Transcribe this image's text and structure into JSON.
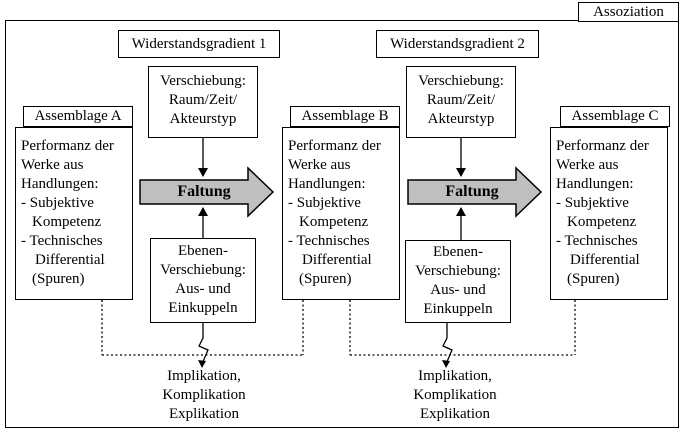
{
  "corner_label": "Assoziation",
  "gradients": {
    "g1": "Widerstandsgradient 1",
    "g2": "Widerstandsgradient 2"
  },
  "shift": {
    "l1": "Verschiebung:",
    "l2": "Raum/Zeit/",
    "l3": "Akteurstyp"
  },
  "levels": {
    "l1": "Ebenen-",
    "l2": "Verschiebung:",
    "l3": "Aus- und",
    "l4": "Einkuppeln"
  },
  "fold_label": "Faltung",
  "assemblages": {
    "a": "Assemblage A",
    "b": "Assemblage B",
    "c": "Assemblage C"
  },
  "performance": {
    "l1": "Performanz der",
    "l2": "Werke aus",
    "l3": "Handlungen:",
    "l4": "- Subjektive",
    "l5": "Kompetenz",
    "l6": "- Technisches",
    "l7": "Differential",
    "l8": "(Spuren)"
  },
  "outcome": {
    "l1": "Implikation,",
    "l2": "Komplikation",
    "l3": "Explikation"
  }
}
